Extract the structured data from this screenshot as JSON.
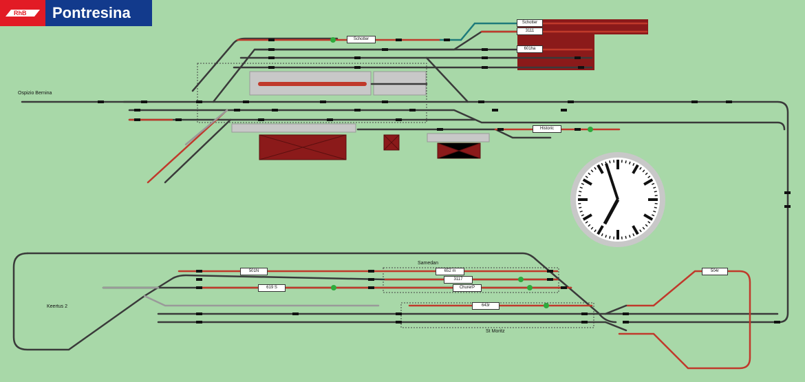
{
  "header": {
    "title": "Pontresina",
    "logo_text": "RhB"
  },
  "stations": {
    "ospizio": "Ospizio Bernina",
    "keertus": "Keertus 2",
    "samedan": "Samedan",
    "st_moritz": "St Moritz"
  },
  "train_tags": {
    "schotter_top": "Schotter",
    "schotter_yard": "Schotter",
    "t3111": "3111",
    "t601ha": "601ha",
    "historic": "Historic",
    "t504r": "504r",
    "t501n": "501N",
    "t652m": "652 m",
    "t3117": "3117",
    "t619s": "619 S",
    "churerp": "ChurerP",
    "t643r": "643r"
  },
  "clock": {
    "hour": 6,
    "minute": 57
  },
  "colors": {
    "background": "#a8d8a8",
    "track": "#3a3a3a",
    "occupied": "#c0392b",
    "siding": "#9a9a9a",
    "building": "#8b1a1a",
    "signal_go": "#2eab3c",
    "header_blue": "#123a8c",
    "header_red": "#e21b25"
  }
}
